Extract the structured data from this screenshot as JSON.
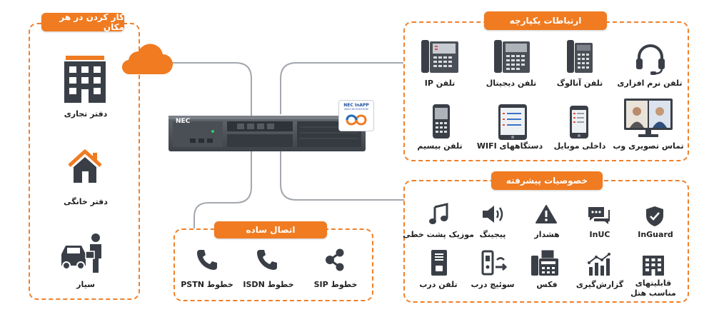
{
  "left_panel": {
    "title": "کار کردن در هر مکان",
    "items": [
      "دفتر تجاری",
      "دفتر خانگی",
      "سیار"
    ]
  },
  "server": {
    "brand": "NEC",
    "badge_line1": "NEC InAPP",
    "badge_line2": "BUILT-IN SOLUTION"
  },
  "unified": {
    "title": "ارتباطات یکپارچه",
    "items": [
      "تلفن نرم افزاری",
      "تلفن آنالوگ",
      "تلفن دیجیتال",
      "تلفن IP",
      "تماس تصویری وب",
      "داخلی موبایل",
      "دستگاههای WIFI",
      "تلفن بیسیم"
    ]
  },
  "advanced": {
    "title": "خصوصیات پیشرفته",
    "items": [
      "InGuard",
      "InUC",
      "هشدار",
      "پیجینگ",
      "موزیک پشت خطی",
      "قابلیتهای مناسب هتل",
      "گزارش‌گیری",
      "فکس",
      "سوئیچ درب",
      "تلفن درب"
    ]
  },
  "simple": {
    "title": "اتصال ساده",
    "items": [
      "خطوط SIP",
      "خطوط ISDN",
      "خطوط PSTN"
    ]
  },
  "colors": {
    "accent": "#f07b21",
    "icon": "#3a3f47",
    "line": "#9ea4ab"
  }
}
